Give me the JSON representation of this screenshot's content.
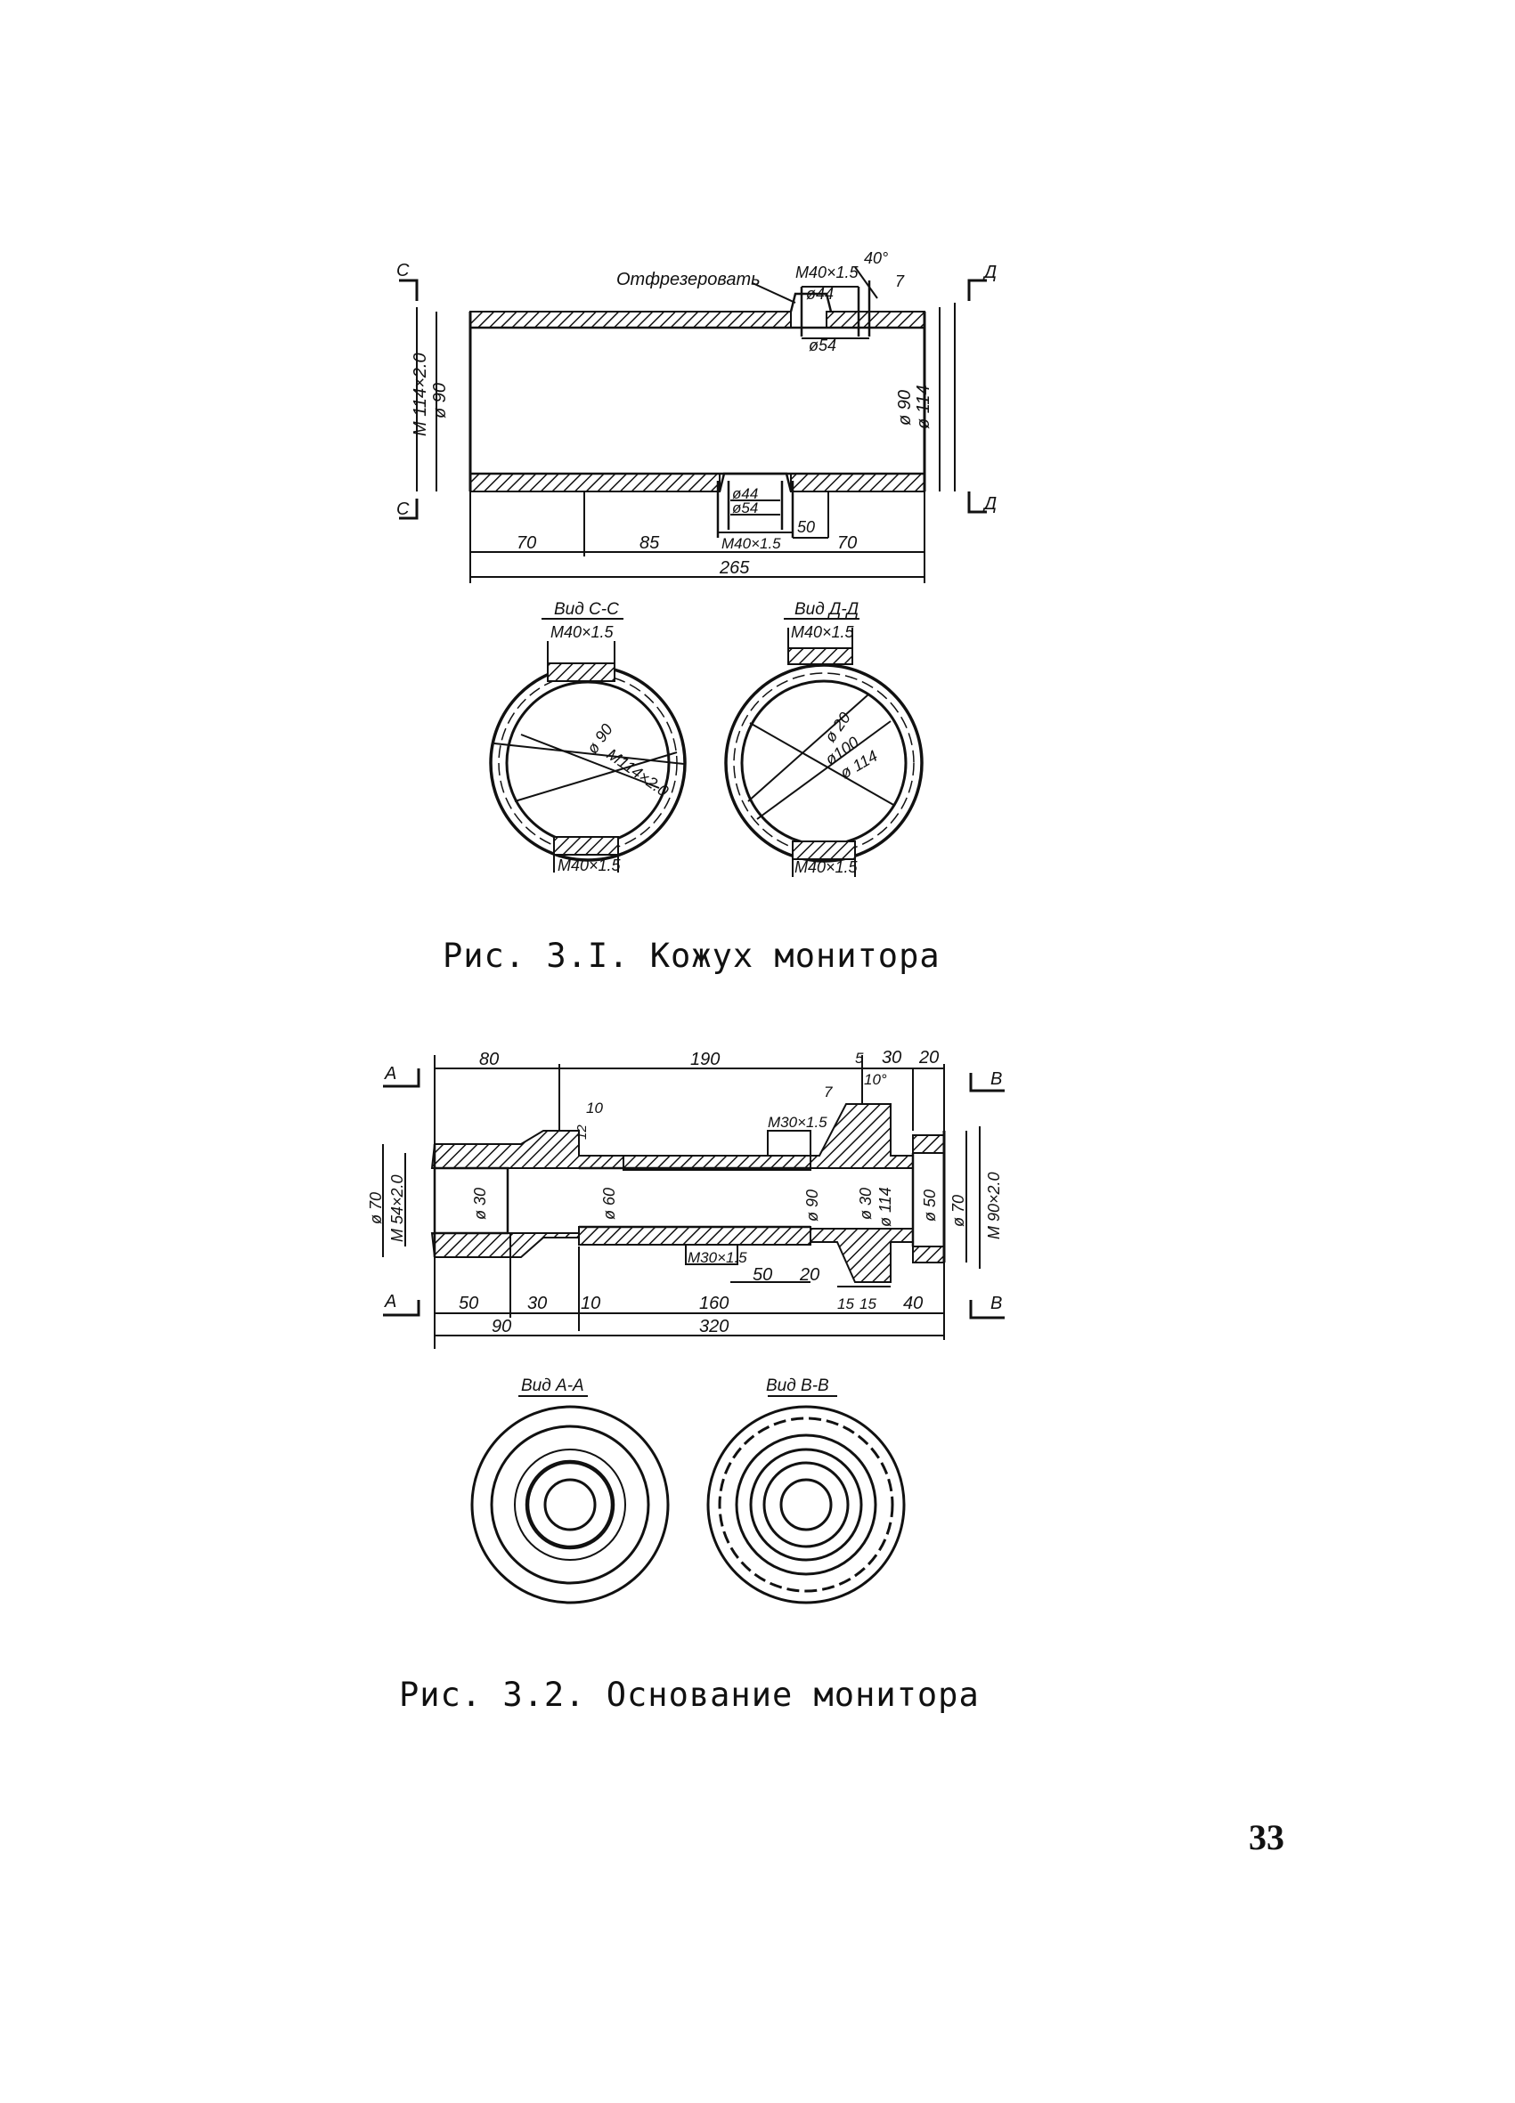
{
  "figure1": {
    "caption": "Рис. 3.I. Кожух монитора",
    "note": "Отфрезеровать",
    "thread_top": "M40×1.5",
    "angle_top": "40°",
    "dim_top_7": "7",
    "dia_44_top": "ø44",
    "dia_54_top": "ø54",
    "thread_main": "M 114×2.0",
    "dia_90_left": "ø 90",
    "dia_90_right": "ø 90",
    "dia_114_right": "ø 114",
    "dia_44_bottom": "ø44",
    "dia_54_bottom": "ø54",
    "dim_50": "50",
    "dim_70_left": "70",
    "dim_85": "85",
    "thread_bottom": "M40×1.5",
    "dim_70_right": "70",
    "dim_total": "265",
    "section_c": "C",
    "section_d": "Д",
    "view_cc": {
      "title": "Вид C-C",
      "thread_top": "M40×1.5",
      "dia_90": "ø 90",
      "thread_main": "M114×2.0",
      "thread_bottom": "M40×1.5"
    },
    "view_dd": {
      "title": "Вид Д-Д",
      "thread_top": "M40×1.5",
      "dia_20": "ø 20",
      "dia_100": "ø100",
      "dia_114": "ø 114",
      "thread_bottom": "M40×1.5"
    }
  },
  "figure2": {
    "caption": "Рис. 3.2. Основание монитора",
    "section_a": "A",
    "section_b": "B",
    "dim_80": "80",
    "dim_190": "190",
    "dim_5": "5",
    "dim_30_top": "30",
    "dim_20_top": "20",
    "angle_10": "10°",
    "dim_7": "7",
    "dim_10_top": "10",
    "dim_12": "12",
    "thread_top": "M30×1.5",
    "dia_70_left": "ø 70",
    "thread_left": "M 54×2.0",
    "dia_30_left": "ø 30",
    "dia_60": "ø 60",
    "dia_90": "ø 90",
    "dia_30_right": "ø 30",
    "dia_114": "ø 114",
    "dia_50": "ø 50",
    "dia_70_right": "ø 70",
    "thread_right": "M 90×2.0",
    "thread_bottom": "M30×1.5",
    "dim_50_right": "50",
    "dim_20_right": "20",
    "dim_50_left": "50",
    "dim_30_left": "30",
    "dim_10_bottom": "10",
    "dim_160": "160",
    "dim_15a": "15",
    "dim_15b": "15",
    "dim_40": "40",
    "dim_90": "90",
    "dim_320": "320",
    "view_aa": "Вид A-A",
    "view_bb": "Вид B-B"
  },
  "page_number": "33",
  "colors": {
    "ink": "#111111",
    "paper": "#ffffff"
  }
}
